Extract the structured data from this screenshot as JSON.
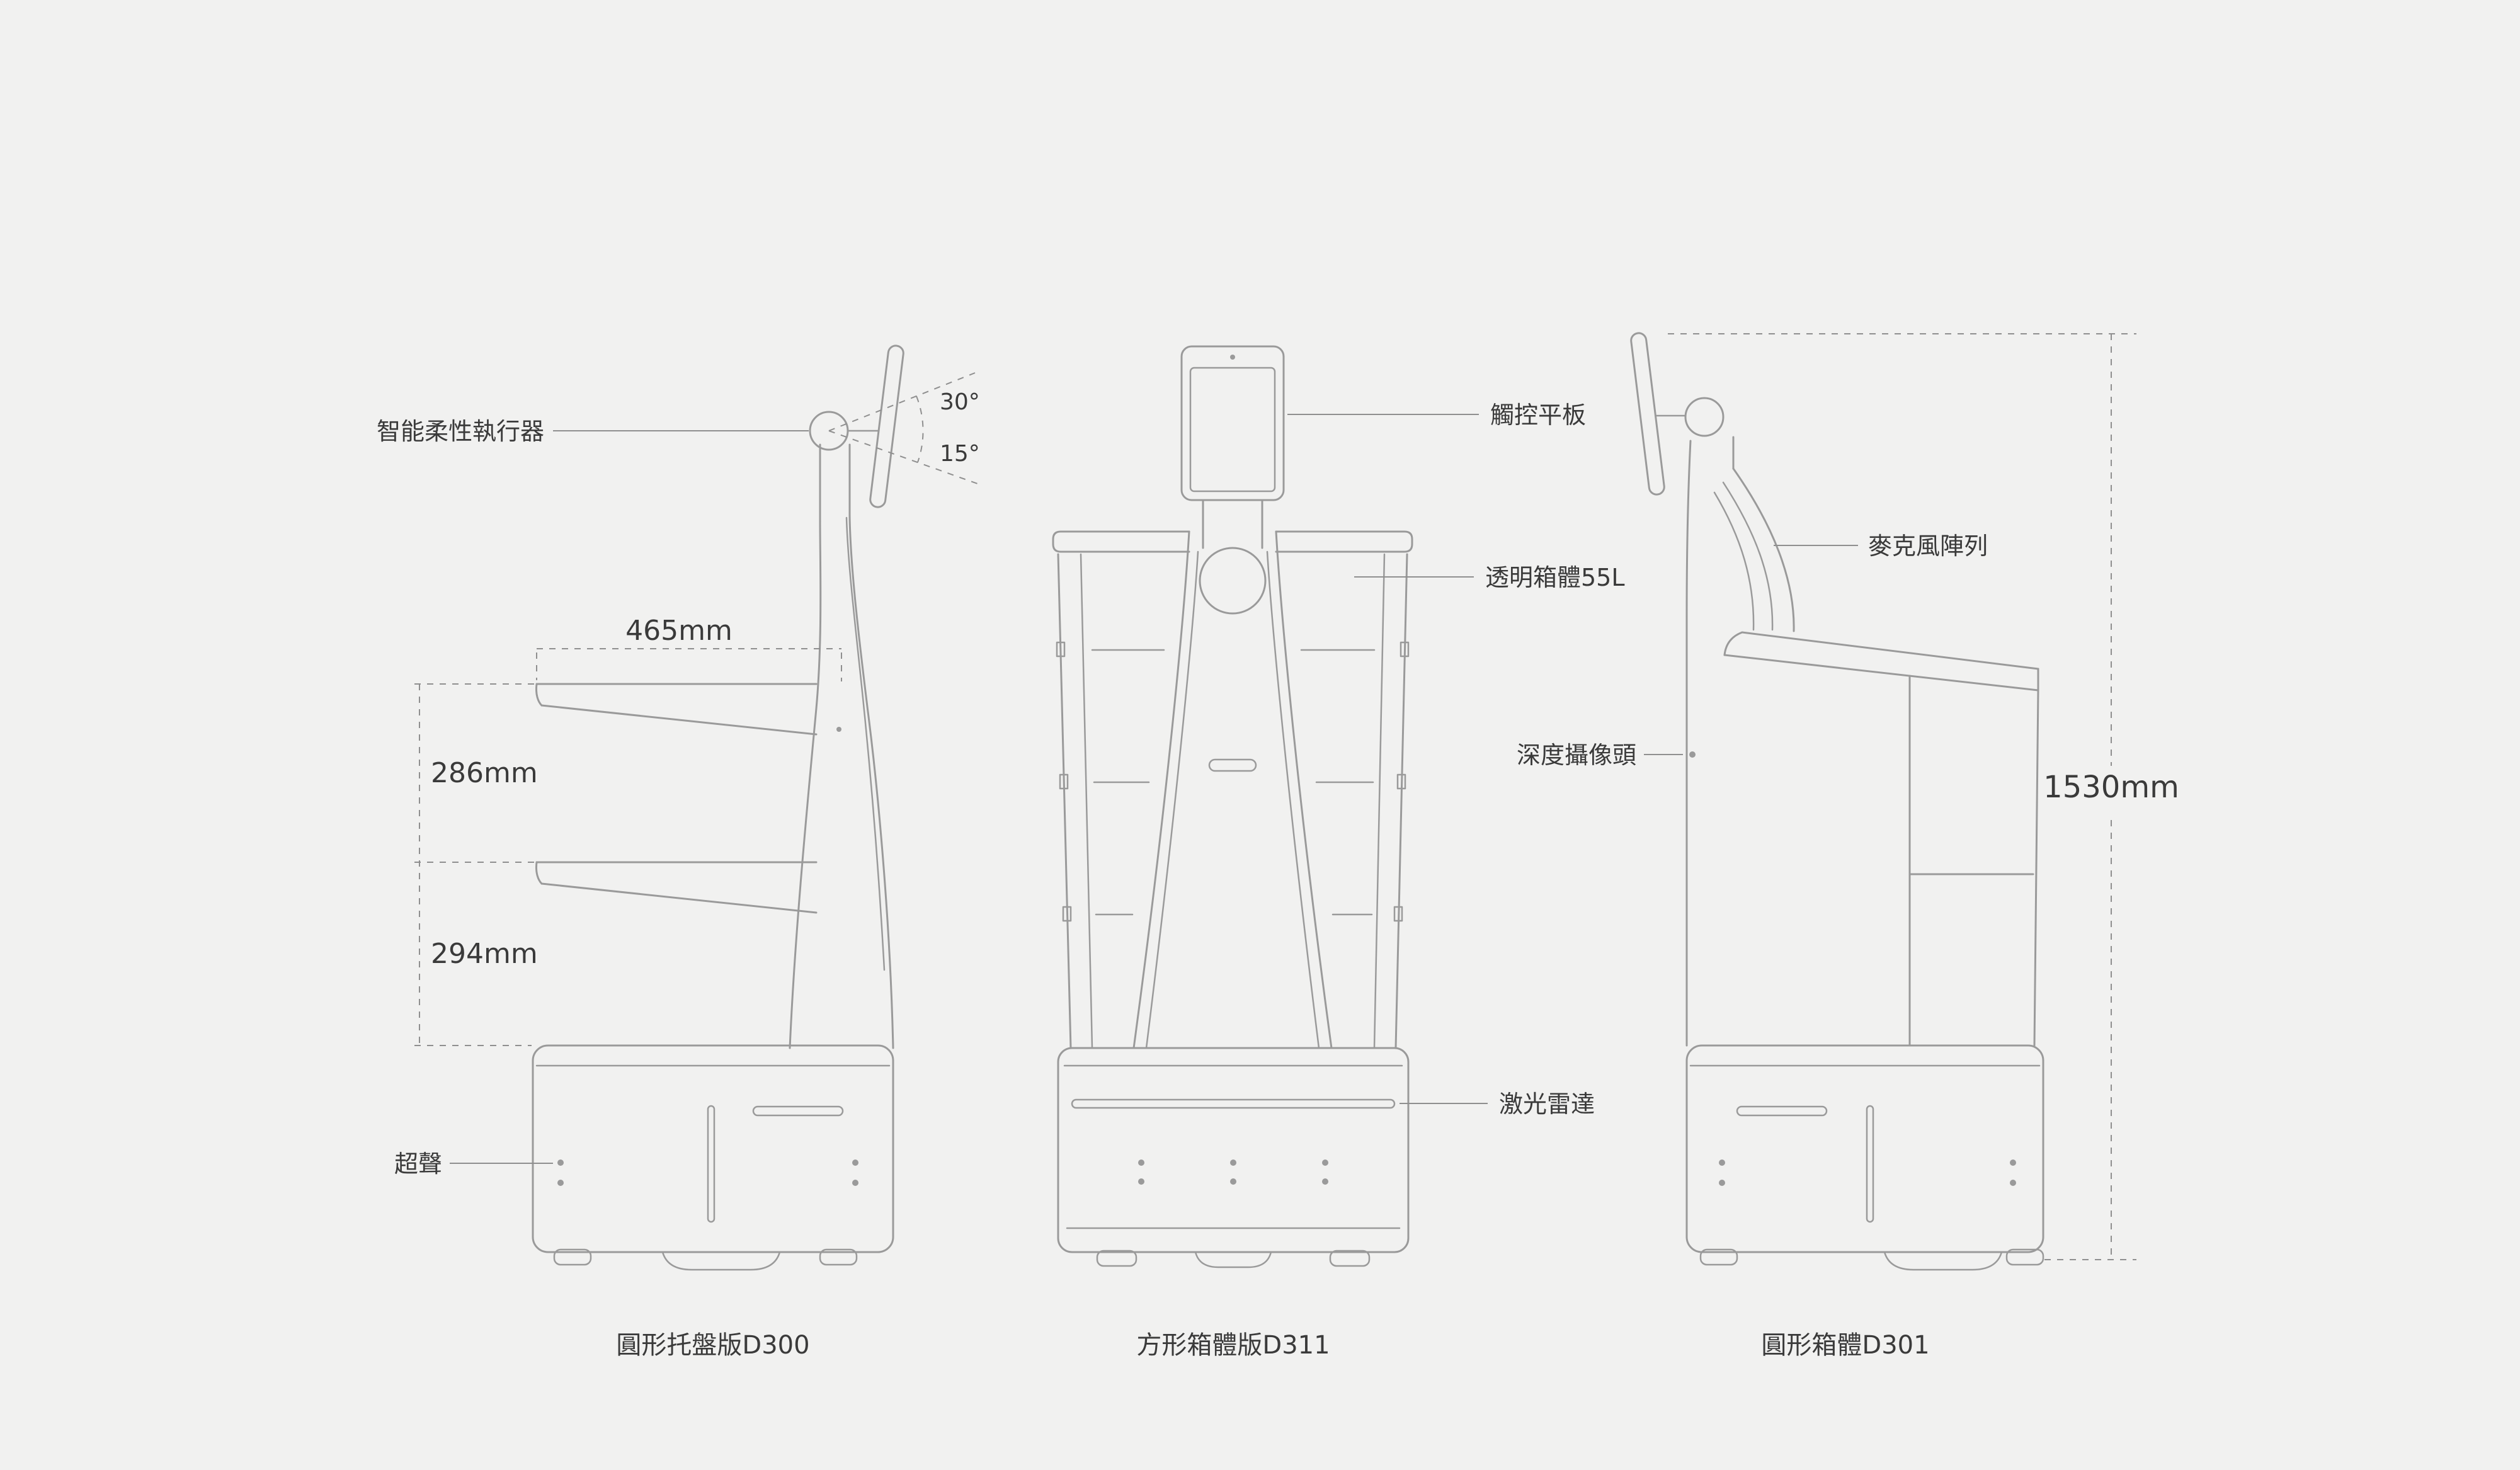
{
  "colors": {
    "background": "#f1f1f0",
    "drawing_line": "#9a9a9a",
    "dimension_line": "#8f8f8f",
    "text": "#3a3a3a"
  },
  "d300": {
    "caption": "圓形托盤版D300",
    "labels": {
      "actuator": "智能柔性執行器",
      "ultrasonic": "超聲"
    },
    "angles": {
      "upper": "30°",
      "lower": "15°"
    },
    "dimensions": {
      "tray_width": "465mm",
      "upper_gap": "286mm",
      "lower_gap": "294mm"
    }
  },
  "d311": {
    "caption": "方形箱體版D311",
    "labels": {
      "tablet": "觸控平板",
      "cabinet": "透明箱體55L",
      "lidar": "激光雷達"
    }
  },
  "d301": {
    "caption": "圓形箱體D301",
    "labels": {
      "mic_array": "麥克風陣列",
      "depth_camera": "深度攝像頭"
    },
    "dimensions": {
      "height": "1530mm"
    }
  }
}
